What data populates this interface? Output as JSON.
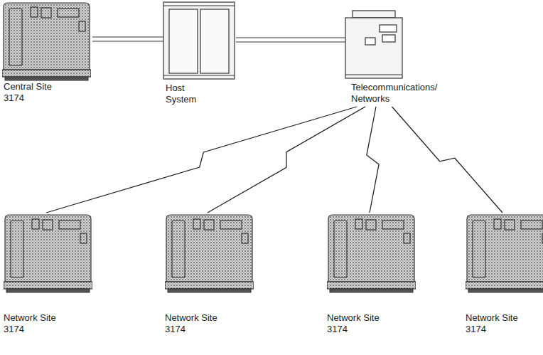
{
  "diagram": {
    "nodes": [
      {
        "text": [
          "Central Site 3174"
        ]
      },
      {
        "text": [
          "Host System"
        ]
      },
      {
        "text": [
          "Telecommunications/ Networks"
        ]
      },
      {
        "text": [
          "Network Site 3174"
        ]
      },
      {
        "text": [
          "Network Site 3174"
        ]
      },
      {
        "text": [
          "Network Site 3174"
        ]
      },
      {
        "text": [
          "Network Site 3174"
        ]
      }
    ],
    "edges": [
      {
        "from": 0,
        "to": 1,
        "arrow": "none"
      },
      {
        "from": 1,
        "to": 2,
        "arrow": "none"
      },
      {
        "from": 2,
        "to": 3,
        "arrow": "none"
      },
      {
        "from": 2,
        "to": 4,
        "arrow": "none"
      },
      {
        "from": 2,
        "to": 5,
        "arrow": "none"
      },
      {
        "from": 2,
        "to": 6,
        "arrow": "none"
      }
    ]
  }
}
